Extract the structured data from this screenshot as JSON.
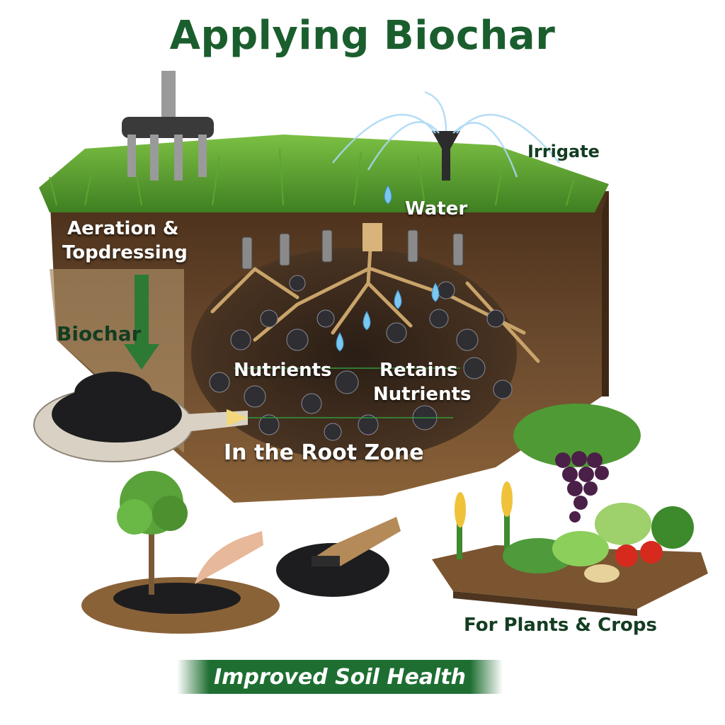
{
  "title": "Applying Biochar",
  "labels": {
    "irrigate": "Irrigate",
    "water": "Water",
    "aeration": "Aeration &",
    "topdressing": "Topdressing",
    "biochar": "Biochar",
    "nutrients": "Nutrients",
    "retains_1": "Retains",
    "retains_2": "Nutrients",
    "root_zone": "In the Root Zone",
    "plants_crops": "For Plants & Crops"
  },
  "banner": "Improved Soil Health",
  "colors": {
    "title_green": "#1b5e2e",
    "banner_green": "#1e6e32",
    "soil_brown": "#6b4a2e",
    "grass_green": "#4f9a2a",
    "biochar_black": "#1d1d1f",
    "water_blue": "#7cc6f0",
    "arrow_yellow": "#f3d77c"
  }
}
